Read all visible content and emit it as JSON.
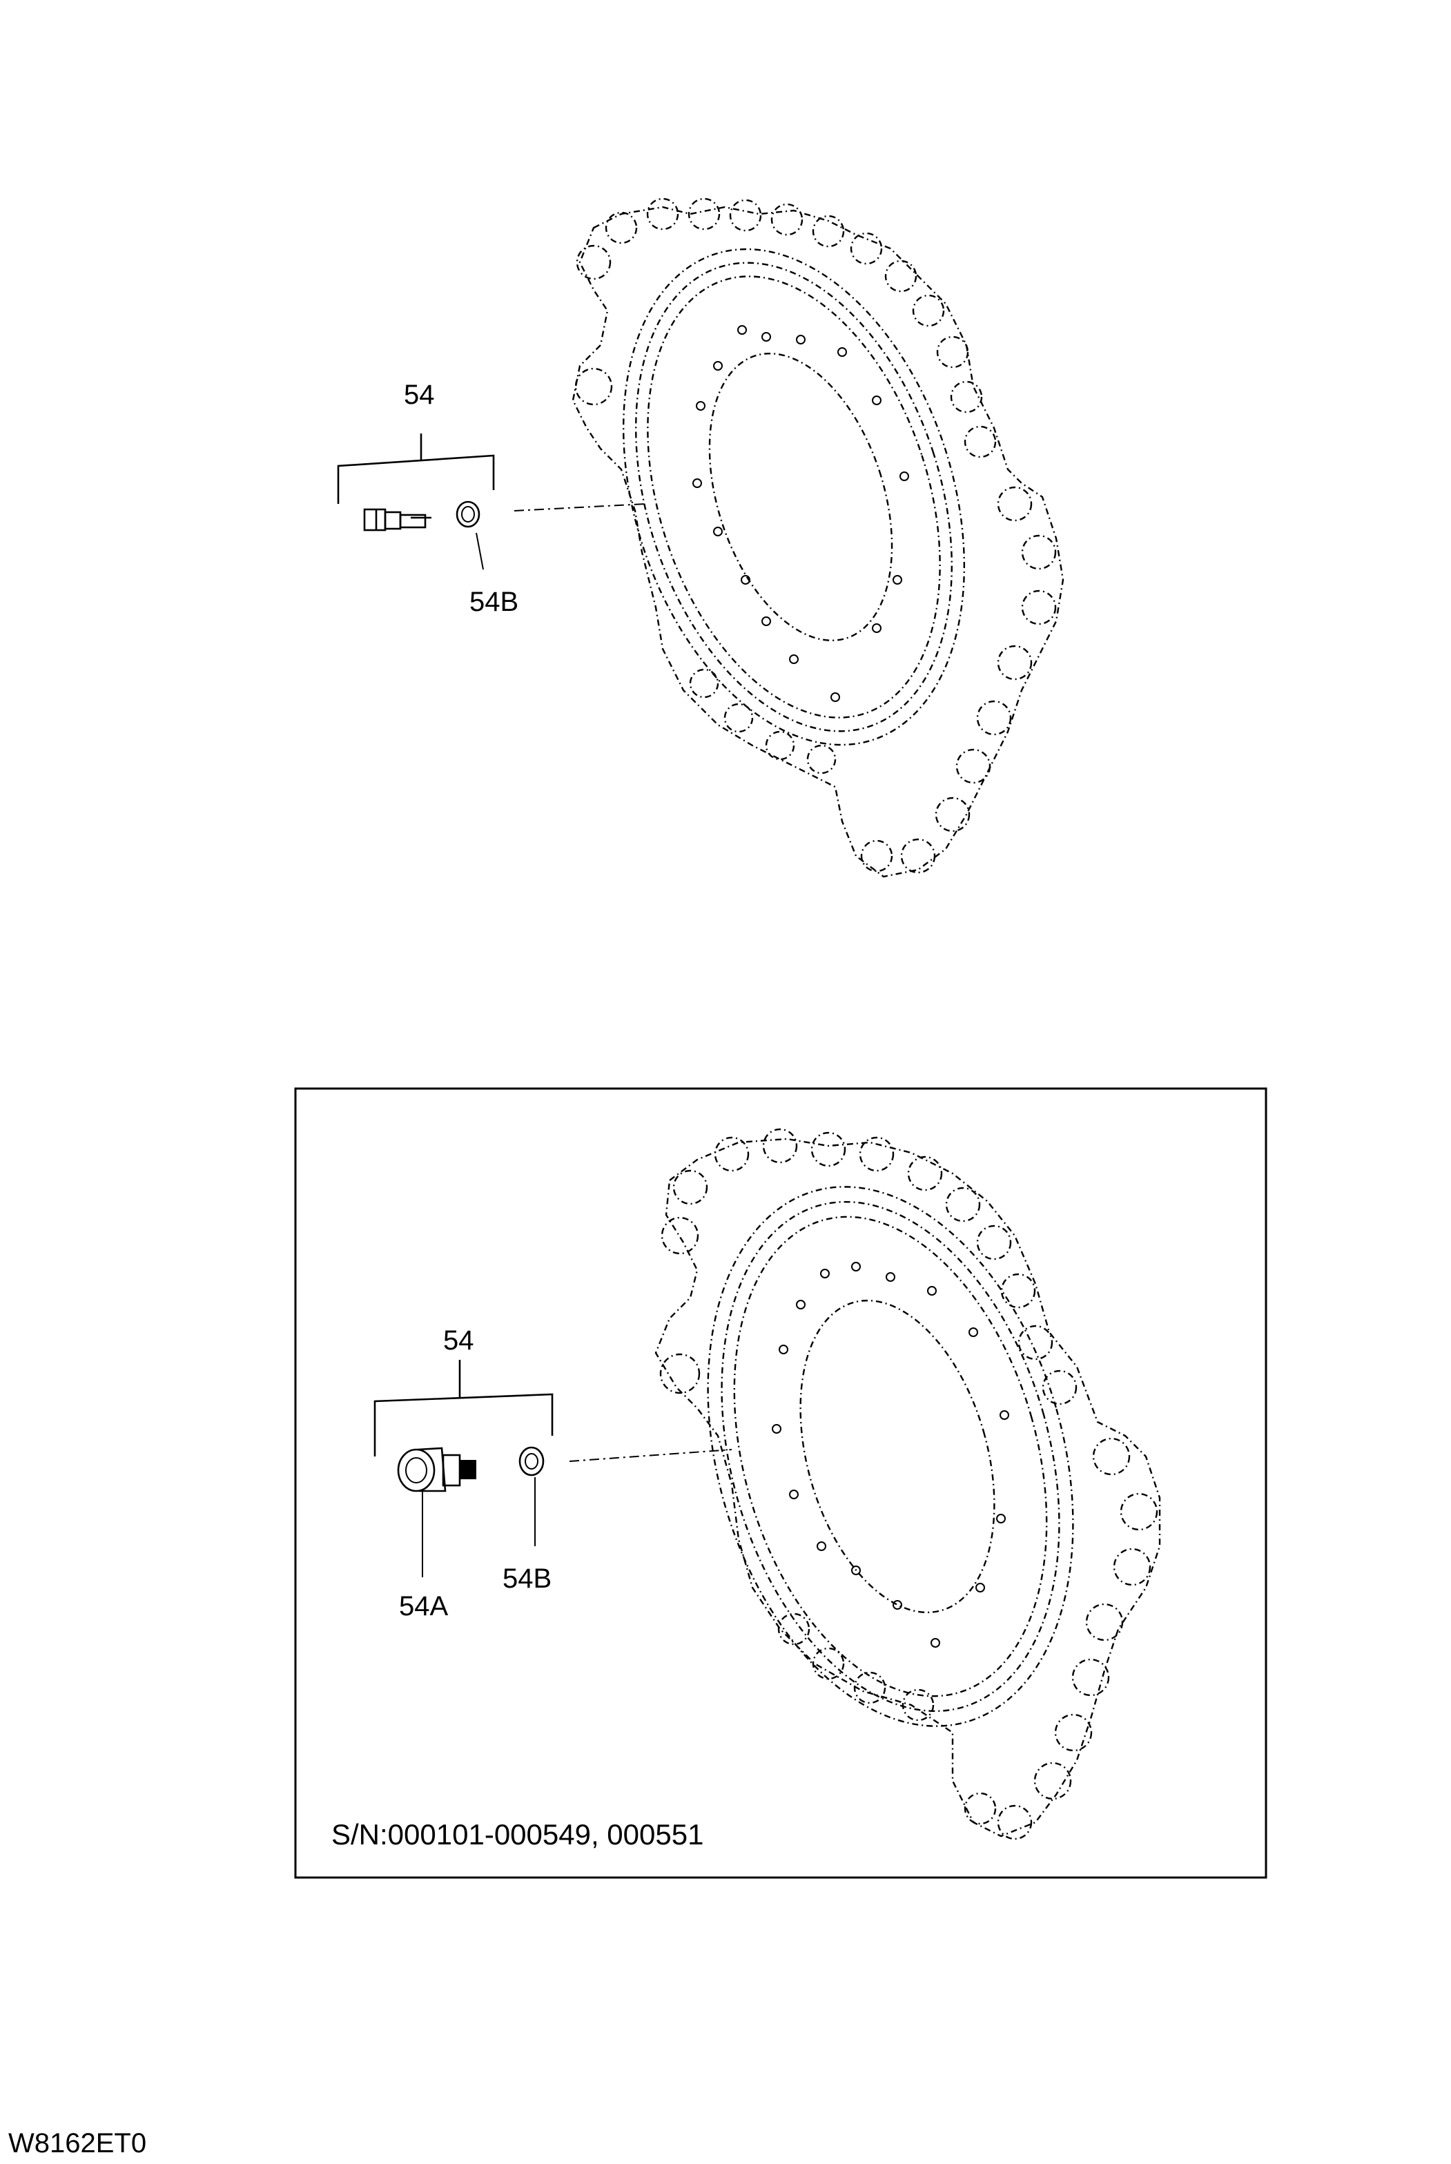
{
  "diagram": {
    "top_view": {
      "assembly_label": "54",
      "washer_label": "54B"
    },
    "inset_view": {
      "assembly_label": "54",
      "sensor_label": "54A",
      "washer_label": "54B",
      "serial_note": "S/N:000101-000549, 000551"
    },
    "figure_code": "W8162ET0"
  }
}
